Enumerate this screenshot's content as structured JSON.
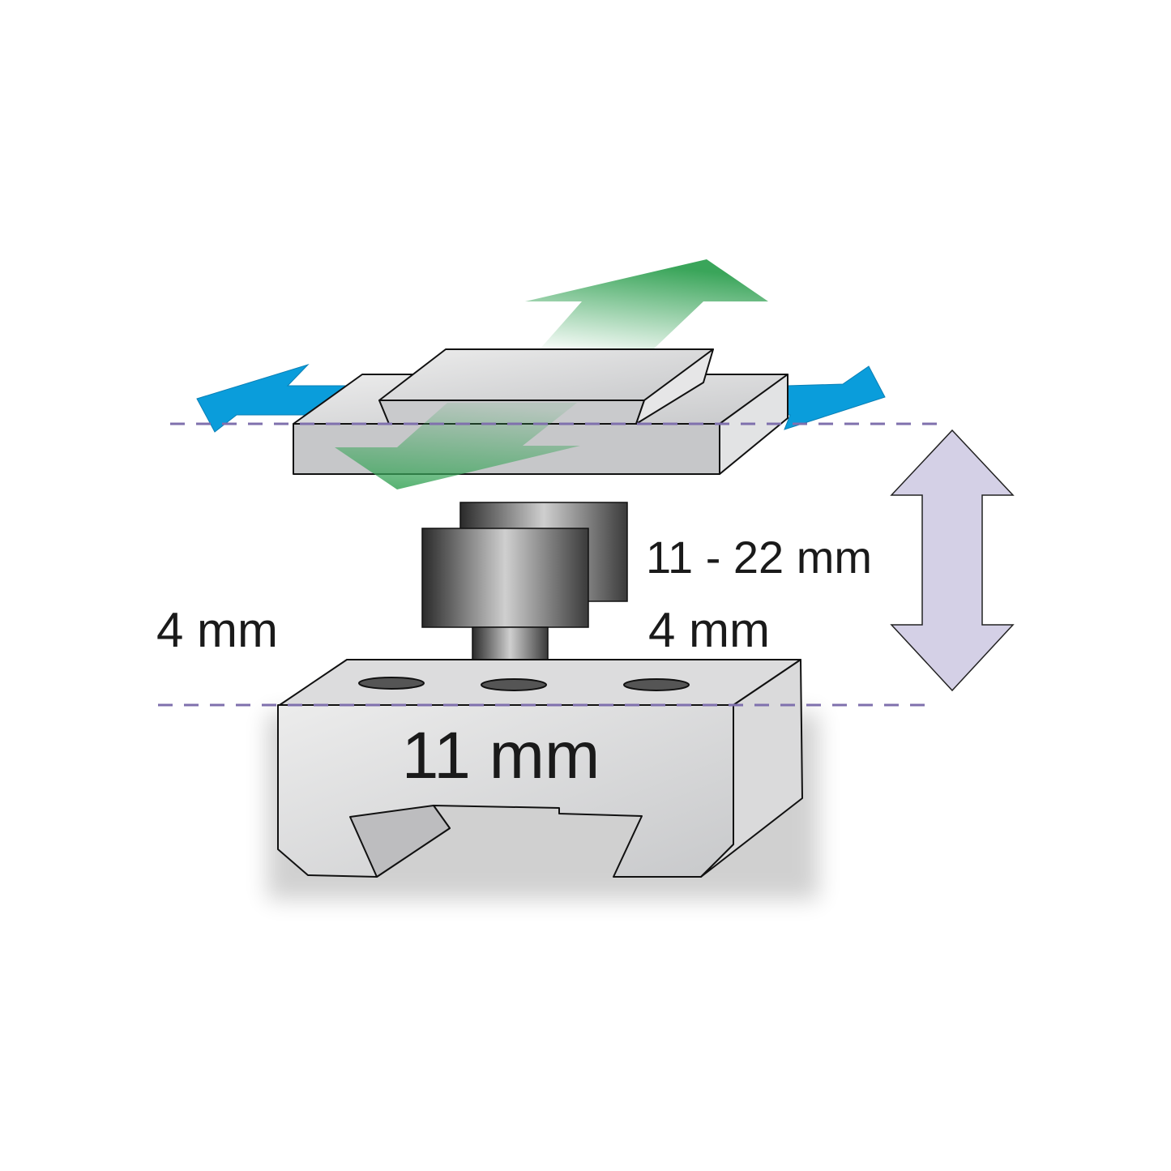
{
  "labels": {
    "range": "11 - 22 mm",
    "left_thickness": "4 mm",
    "right_thickness": "4 mm",
    "base_width": "11 mm"
  },
  "colors": {
    "blue_arrow": "#0a9ddb",
    "green_arrow": "#3aa55a",
    "dashed_line": "#7f70ad",
    "height_arrow": "#d4d0e6",
    "metal": "#d2d3d5"
  }
}
